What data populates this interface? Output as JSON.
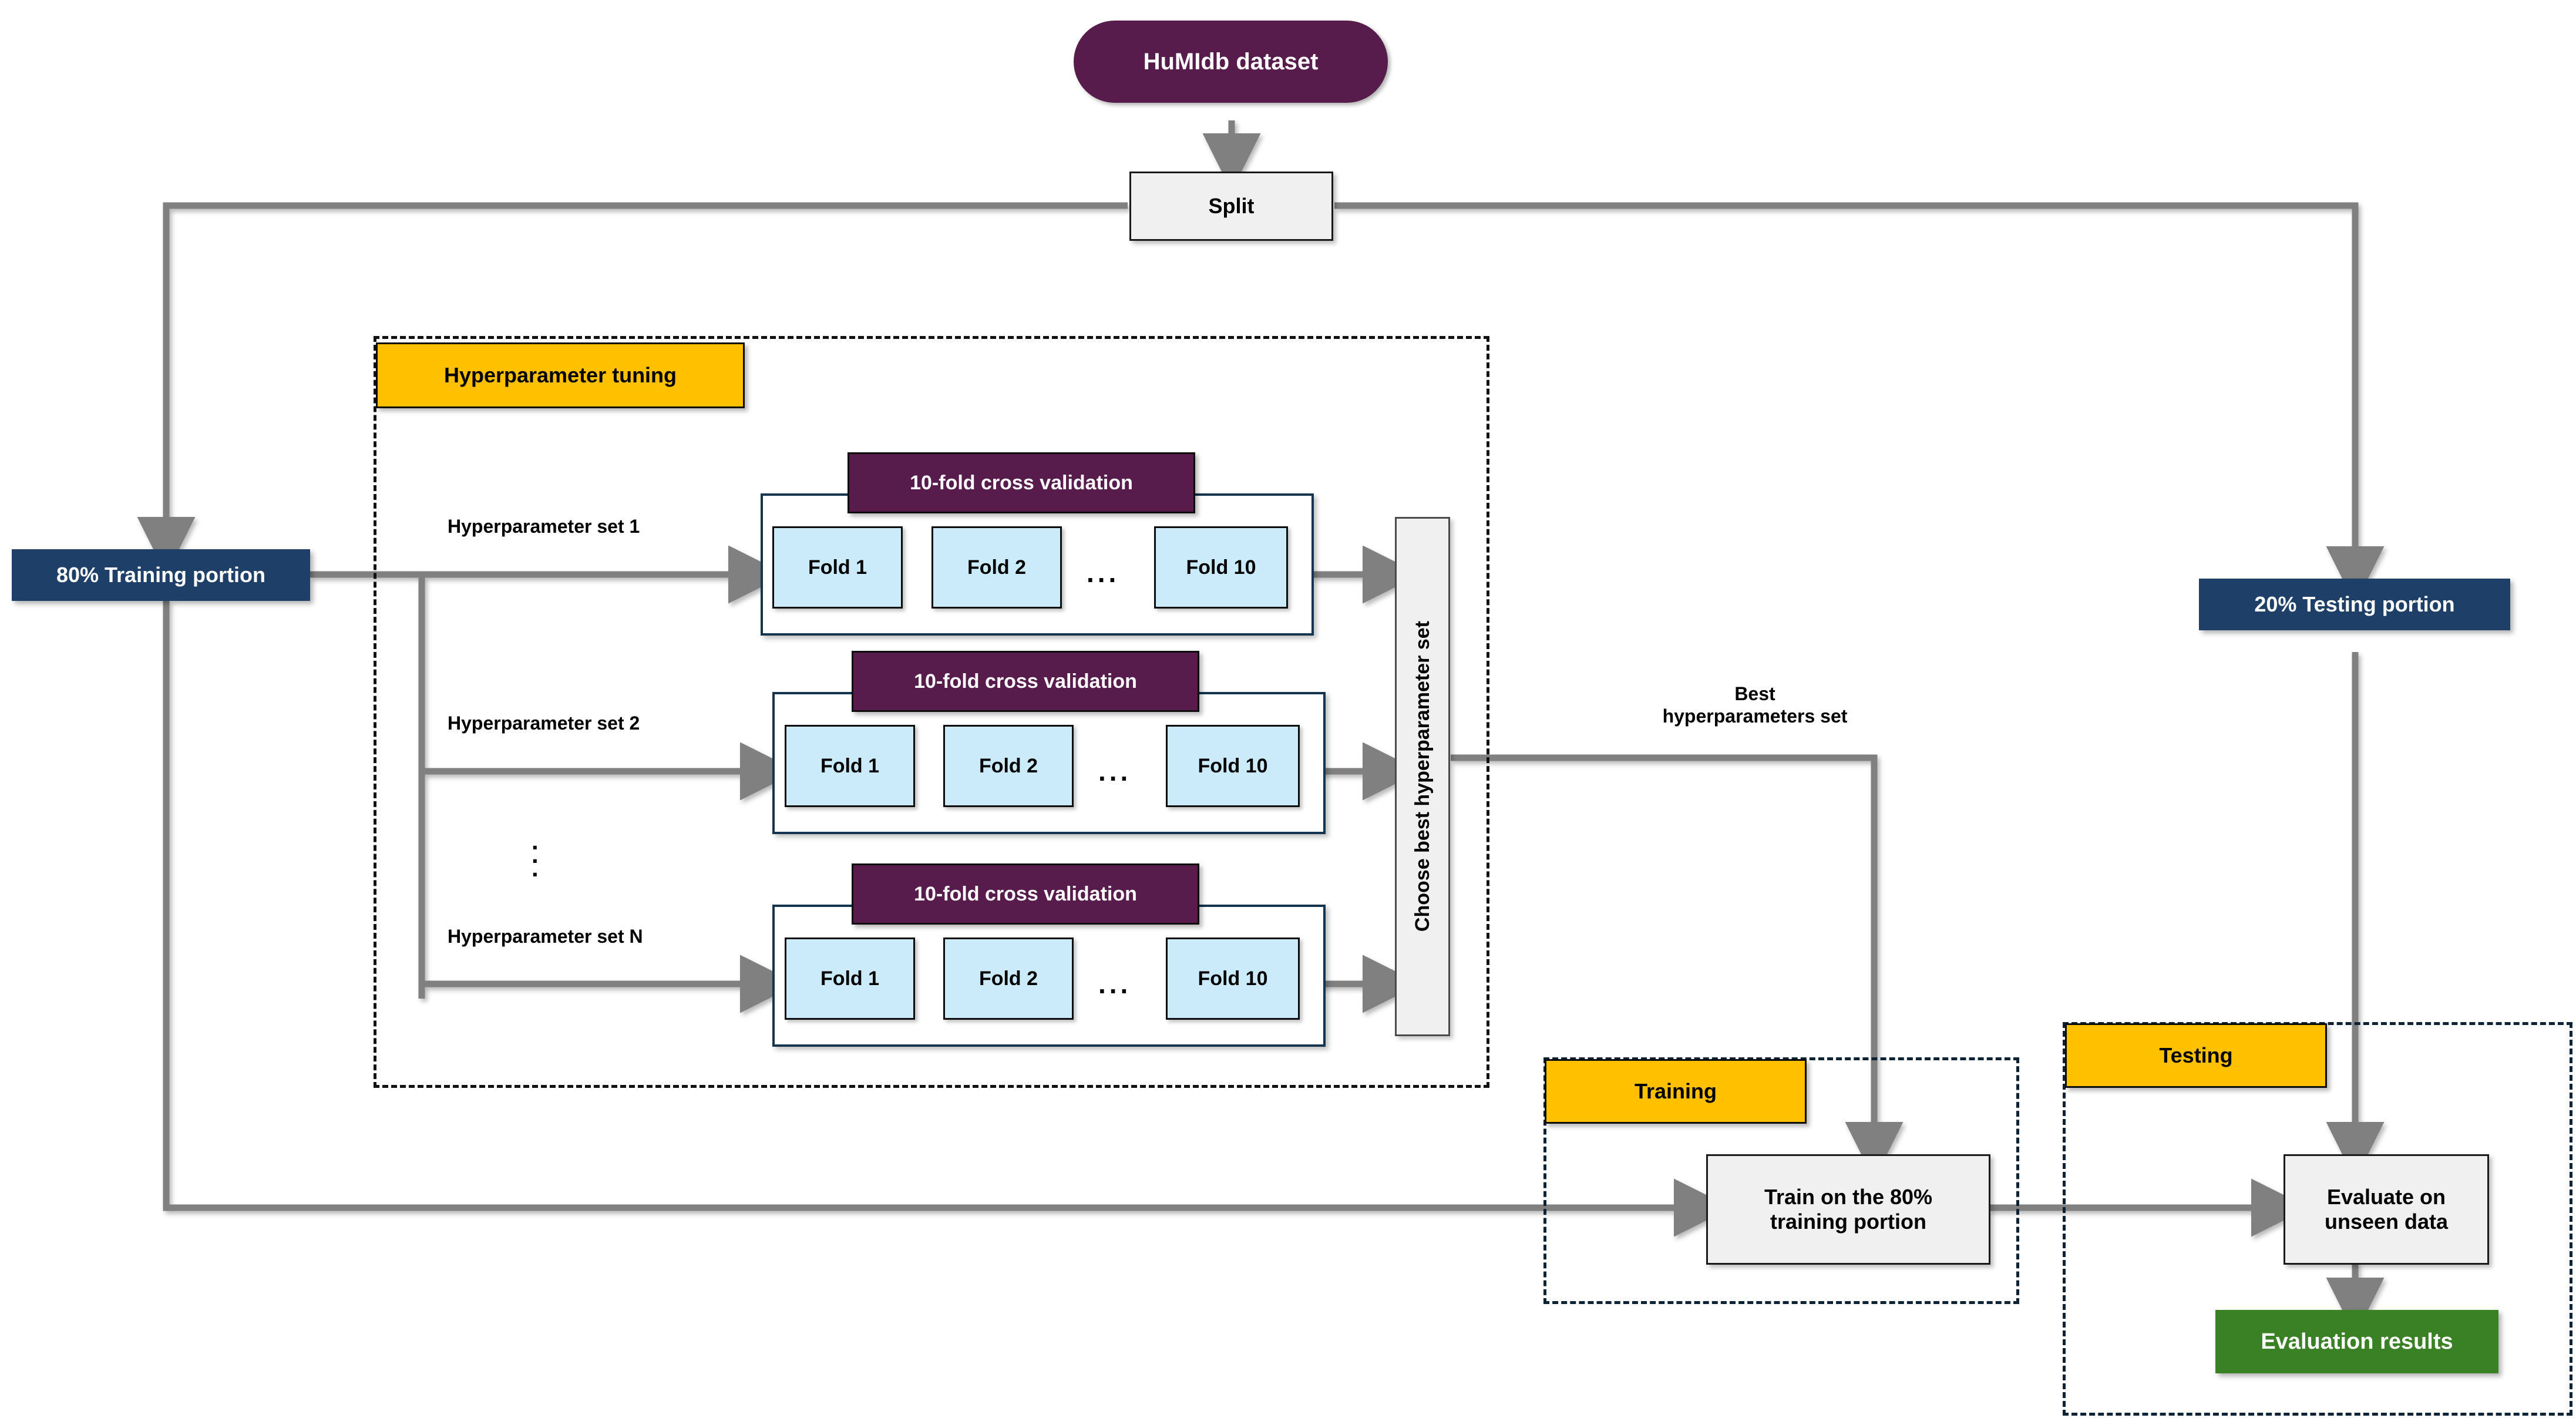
{
  "diagram": {
    "title_pill": "HuMIdb dataset",
    "split_box": "Split",
    "train_portion": "80% Training portion",
    "test_portion": "20% Testing portion",
    "choose_best": "Choose best hyperparameter set",
    "best_hp_line1": "Best",
    "best_hp_line2": "hyperparameters set",
    "ellipsis": "...",
    "vdots": "·\n·\n·"
  },
  "stages": {
    "tuning": "Hyperparameter tuning",
    "training": "Training",
    "testing": "Testing"
  },
  "hyperparam_rows": [
    {
      "label": "Hyperparameter set 1",
      "cv_title": "10-fold cross validation",
      "folds": [
        "Fold 1",
        "Fold 2",
        "Fold 10"
      ]
    },
    {
      "label": "Hyperparameter set 2",
      "cv_title": "10-fold cross validation",
      "folds": [
        "Fold 1",
        "Fold 2",
        "Fold 10"
      ]
    },
    {
      "label": "Hyperparameter set N",
      "cv_title": "10-fold cross validation",
      "folds": [
        "Fold 1",
        "Fold 2",
        "Fold 10"
      ]
    }
  ],
  "train_step": {
    "line1": "Train on the 80%",
    "line2": "training portion"
  },
  "test_step": {
    "line1": "Evaluate on",
    "line2": "unseen data"
  },
  "results": "Evaluation results",
  "colors": {
    "purple": "#581C4C",
    "navy": "#1E4068",
    "yellow": "#FFC000",
    "green": "#3A8024",
    "fold_blue": "#CCEBFA",
    "arrow_grey": "#808080",
    "dash_navy": "#0D2235"
  }
}
